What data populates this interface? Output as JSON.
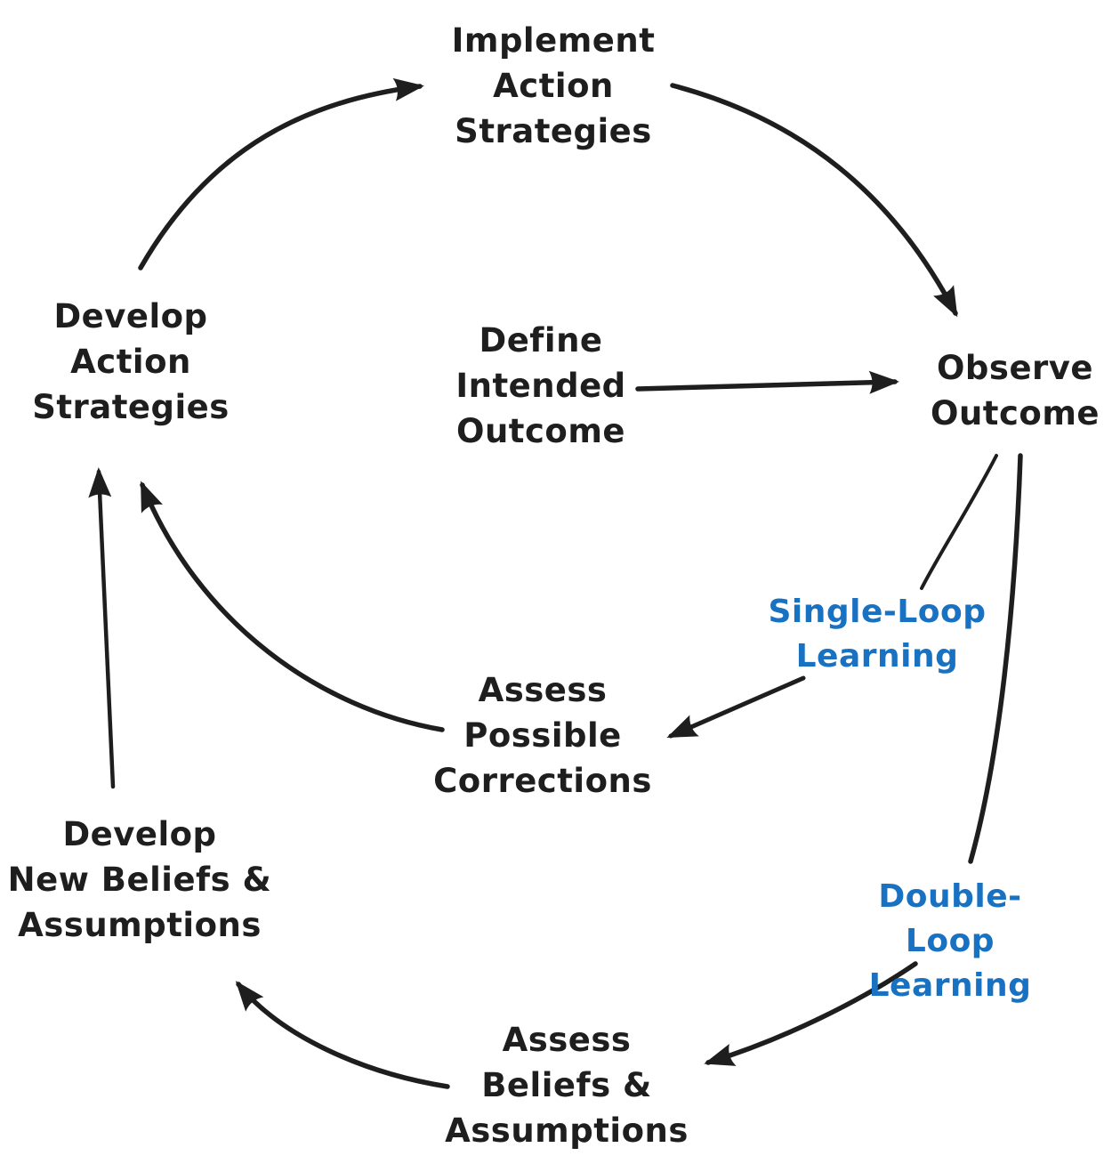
{
  "diagram": {
    "description": "Single-loop and double-loop learning cycle diagram",
    "colors": {
      "ink": "#1e1e1e",
      "accent_blue": "#1971c2",
      "background": "#ffffff"
    },
    "nodes": {
      "implement": {
        "label": "Implement\nAction\nStrategies"
      },
      "develop_action": {
        "label": "Develop\nAction\nStrategies"
      },
      "define_intended": {
        "label": "Define\nIntended\nOutcome"
      },
      "observe": {
        "label": "Observe\nOutcome"
      },
      "assess_corrections": {
        "label": "Assess\nPossible\nCorrections"
      },
      "develop_new_beliefs": {
        "label": "Develop\nNew Beliefs &\nAssumptions"
      },
      "assess_beliefs": {
        "label": "Assess\nBeliefs &\nAssumptions"
      }
    },
    "loops": {
      "single": {
        "label": "Single-Loop\nLearning",
        "color": "#1971c2"
      },
      "double": {
        "label": "Double-Loop\nLearning",
        "color": "#1971c2"
      }
    },
    "edges": [
      {
        "from": "Develop Action Strategies",
        "to": "Implement Action Strategies",
        "arrowhead": true
      },
      {
        "from": "Implement Action Strategies",
        "to": "Observe Outcome",
        "arrowhead": true
      },
      {
        "from": "Define Intended Outcome",
        "to": "Observe Outcome",
        "arrowhead": true
      },
      {
        "from": "Observe Outcome",
        "to": "Assess Possible Corrections",
        "via": "Single-Loop Learning",
        "arrowhead": true
      },
      {
        "from": "Assess Possible Corrections",
        "to": "Develop Action Strategies",
        "arrowhead": true
      },
      {
        "from": "Observe Outcome",
        "to": "Assess Beliefs & Assumptions",
        "via": "Double-Loop Learning",
        "arrowhead": true
      },
      {
        "from": "Assess Beliefs & Assumptions",
        "to": "Develop New Beliefs & Assumptions",
        "arrowhead": true
      },
      {
        "from": "Develop New Beliefs & Assumptions",
        "to": "Develop Action Strategies",
        "arrowhead": true
      }
    ]
  }
}
